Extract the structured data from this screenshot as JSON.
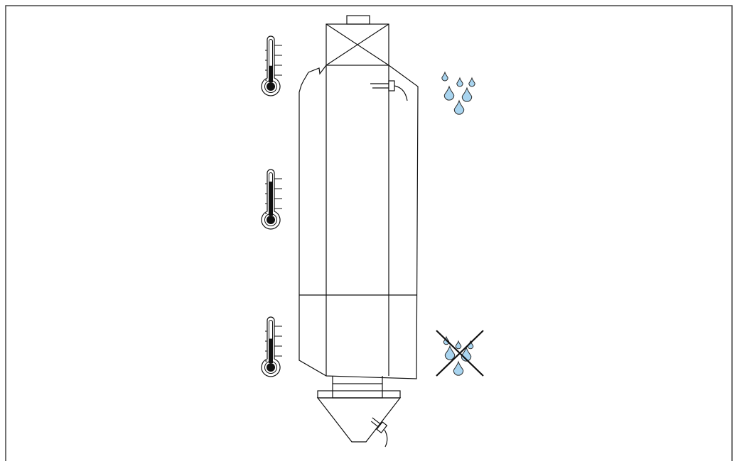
{
  "figure": {
    "frame": {
      "border_color": "#444444"
    },
    "silo": {
      "line_color": "#111111"
    },
    "thermometers": [
      {
        "icon": "thermometer-icon",
        "level": 0.38
      },
      {
        "icon": "thermometer-icon",
        "level": 0.82
      },
      {
        "icon": "thermometer-icon",
        "level": 0.58
      }
    ],
    "water_drops": {
      "icon": "water-drops-icon",
      "color": "#a8d4ef",
      "outline": "#2a2a2a"
    },
    "no_water": {
      "icon": "no-water-icon",
      "cross_color": "#111111"
    },
    "sensors": [
      {
        "icon": "sensor-probe-icon"
      },
      {
        "icon": "sensor-probe-icon"
      }
    ]
  }
}
